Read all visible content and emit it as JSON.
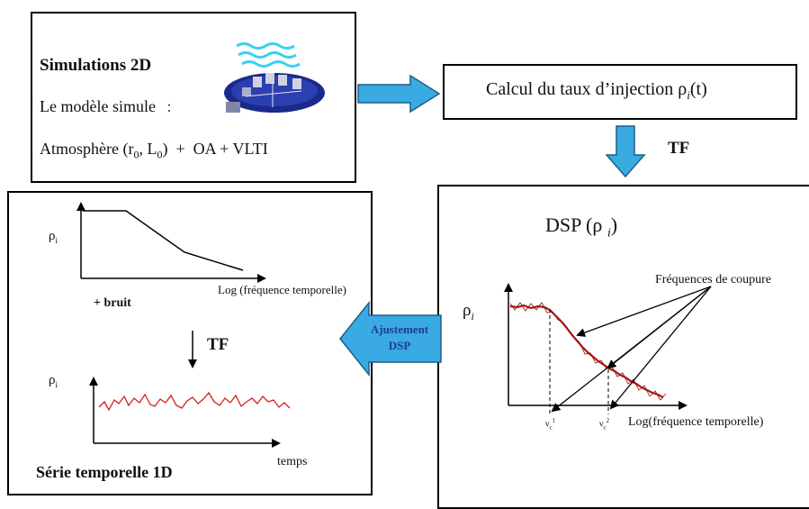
{
  "sim_box": {
    "title": "Simulations 2D",
    "line1": "Le modèle simule",
    "line1_colon": ":",
    "atm_prefix": "Atmosphère (r",
    "atm_sub1": "0",
    "atm_mid": ", L",
    "atm_sub2": "0",
    "atm_suffix": ")  +  OA + VLTI"
  },
  "calc_box": {
    "text": "Calcul du taux d’injection ρ",
    "sub": "i",
    "suffix": "(t)"
  },
  "tf_label_1": "TF",
  "dsp_box": {
    "title_prefix": "DSP (ρ ",
    "title_sub": "i",
    "title_suffix": ")",
    "ylabel": "ρ",
    "ylabel_sub": "i",
    "annotation": "Fréquences de coupure",
    "xlabel": "Log(fréquence temporelle)",
    "nu1": "ν",
    "nu1_sub": "c",
    "nu1_sub2": "1",
    "nu2": "ν",
    "nu2_sub": "c",
    "nu2_sub2": "2"
  },
  "adjust_arrow": {
    "line1": "Ajustement",
    "line2": "DSP"
  },
  "series_box": {
    "ylabel_top": "ρ",
    "ylabel_top_sub": "i",
    "xlabel_top": "Log (fréquence temporelle)",
    "noise_label": "+ bruit",
    "tf_label": "TF",
    "ylabel_bottom": "ρ",
    "ylabel_bottom_sub": "i",
    "xlabel_bottom": "temps",
    "title": "Série temporelle 1D"
  },
  "colors": {
    "arrow_fill": "#3aaae3",
    "arrow_stroke": "#1b5f86",
    "signal": "#d42020",
    "adjust_text": "#1d3f8c"
  }
}
